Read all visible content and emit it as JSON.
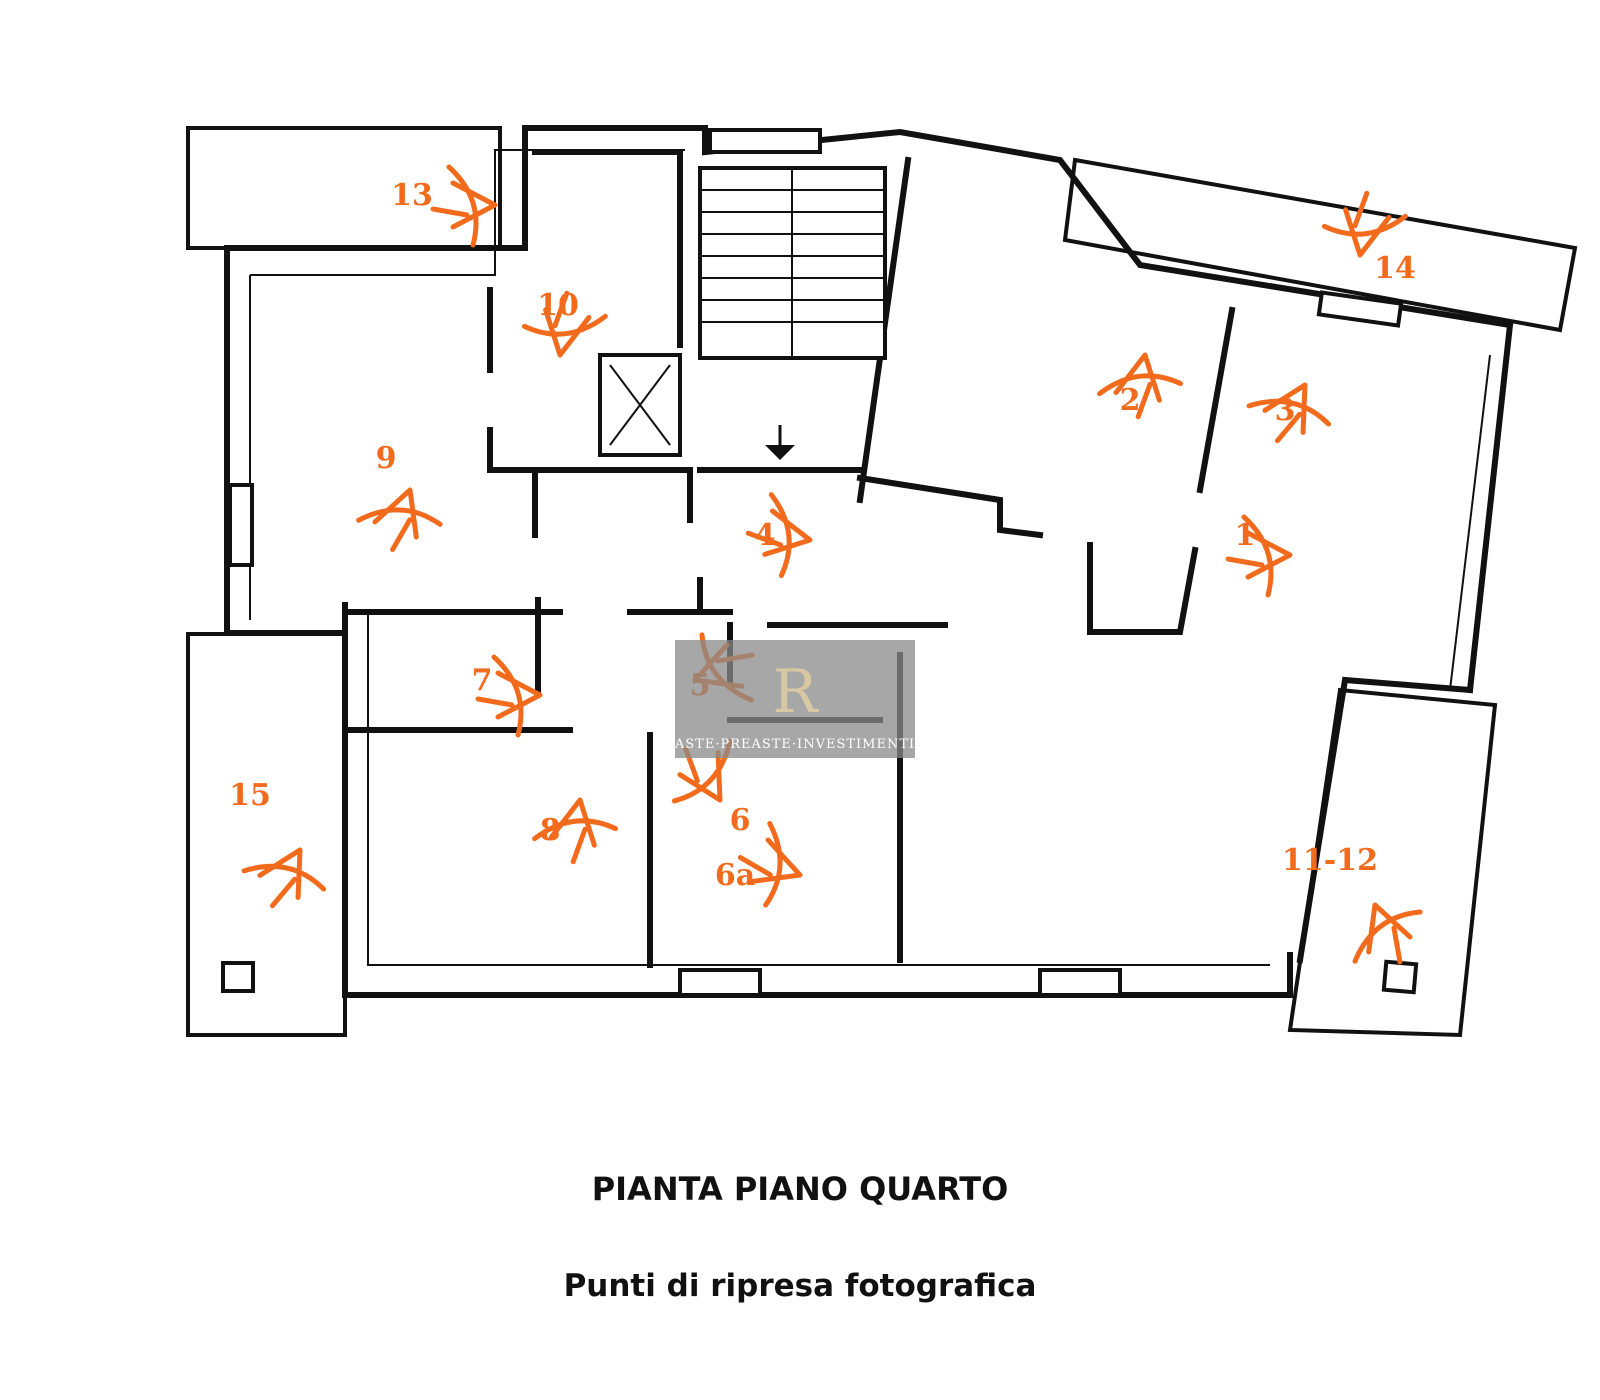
{
  "title": "PIANTA PIANO QUARTO",
  "subtitle": "Punti di ripresa fotografica",
  "watermark": {
    "brand_text": "ASTE·PREASTE·INVESTIMENTI"
  },
  "colors": {
    "marker": "#f26b1d",
    "wall": "#111111",
    "watermark_bg": "#8a8a8a"
  },
  "markers": [
    {
      "label": "1"
    },
    {
      "label": "2"
    },
    {
      "label": "3"
    },
    {
      "label": "4"
    },
    {
      "label": "5"
    },
    {
      "label": "6"
    },
    {
      "label": "6a"
    },
    {
      "label": "7"
    },
    {
      "label": "8"
    },
    {
      "label": "9"
    },
    {
      "label": "10"
    },
    {
      "label": "11-12"
    },
    {
      "label": "13"
    },
    {
      "label": "14"
    },
    {
      "label": "15"
    }
  ]
}
